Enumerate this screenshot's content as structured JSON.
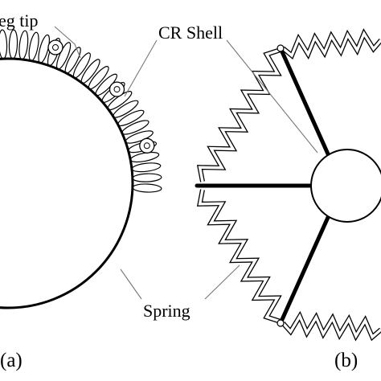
{
  "labels": {
    "leg_tip": "eg tip",
    "cr_shell": "CR Shell",
    "spring": "Spring",
    "panel_a": "(a)",
    "panel_b": "(b)"
  },
  "colors": {
    "line": "#000000",
    "leader": "#777777",
    "background": "#ffffff"
  }
}
